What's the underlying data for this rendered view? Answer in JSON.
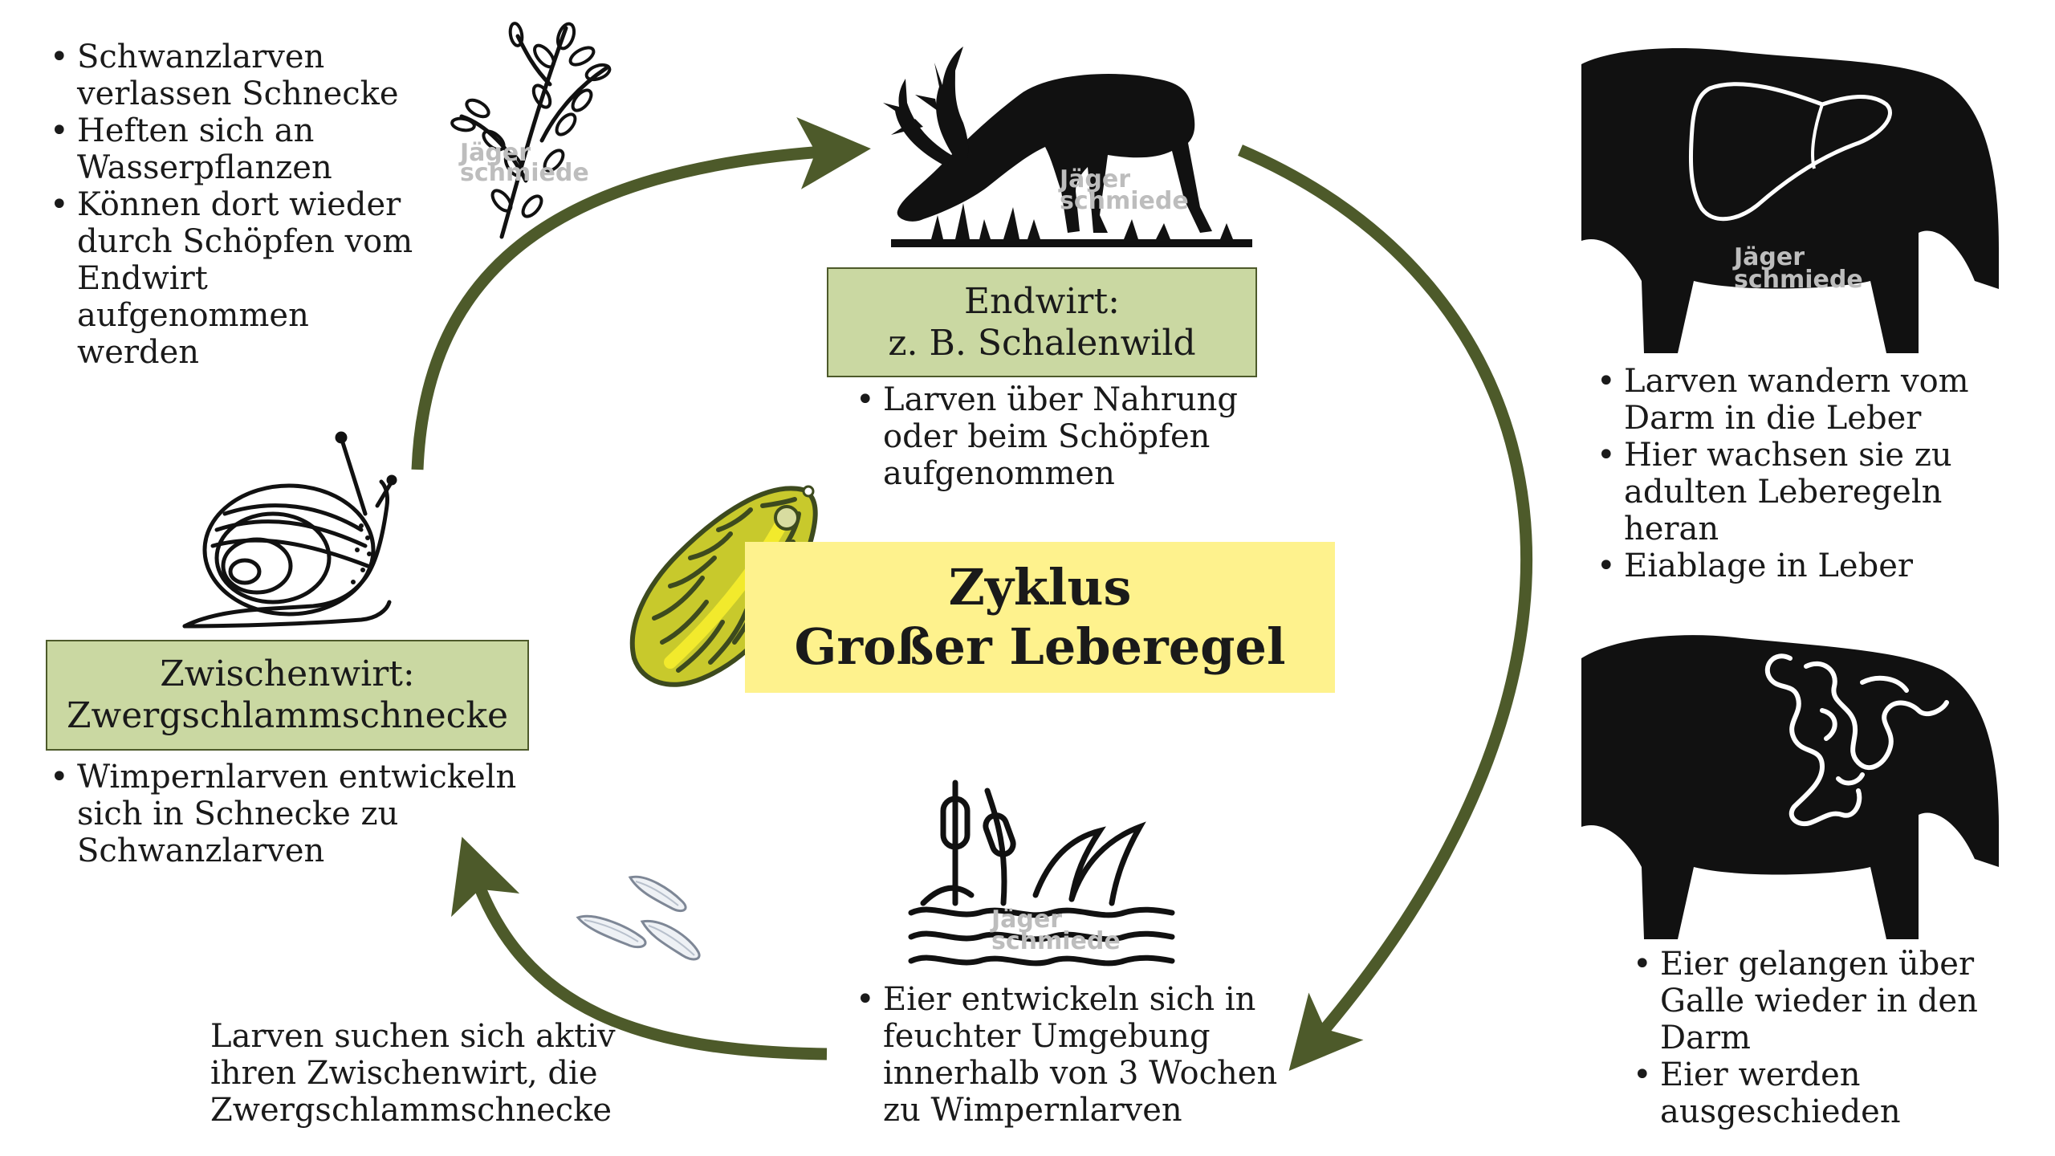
{
  "title": {
    "line1": "Zyklus",
    "line2": "Großer Leberegel"
  },
  "endwirt": {
    "box_line1": "Endwirt:",
    "box_line2": "z. B. Schalenwild",
    "bullets": [
      "Larven über Nahrung oder beim Schöpfen aufgenommen"
    ]
  },
  "zwischenwirt": {
    "box_line1": "Zwischenwirt:",
    "box_line2": "Zwergschlammschnecke",
    "bullets": [
      "Wimpernlarven entwickeln sich in Schnecke zu Schwanzlarven"
    ]
  },
  "top_left": {
    "bullets": [
      "Schwanzlarven verlassen Schnecke",
      "Heften sich an Wasserpflanzen",
      "Können dort wieder durch Schöpfen vom Endwirt aufgenommen werden"
    ]
  },
  "right_top": {
    "bullets": [
      "Larven wandern vom Darm in die Leber",
      "Hier wachsen sie zu adulten Leberegeln heran",
      "Eiablage in Leber"
    ]
  },
  "right_bottom": {
    "bullets": [
      "Eier gelangen über Galle wieder in den Darm",
      "Eier werden ausgeschieden"
    ]
  },
  "bottom_center": {
    "bullets": [
      "Eier entwickeln sich in feuchter Umgebung innerhalb von 3 Wochen zu Wimpernlarven"
    ]
  },
  "bottom_left": {
    "text": "Larven suchen sich aktiv ihren Zwischenwirt, die Zwergschlammschnecke"
  },
  "watermark": {
    "line1": "Jäger",
    "line2": "schmiede"
  },
  "icons": [
    "deer-grazing-icon",
    "water-plant-icon",
    "snail-icon",
    "liver-fluke-icon",
    "deer-body-liver-icon",
    "deer-body-intestine-icon",
    "reed-water-icon",
    "larvae-icon"
  ],
  "colors": {
    "arrow": "#4d5a2a",
    "box_fill": "#cad8a2",
    "title_fill": "#fef28d",
    "fluke": "#c8c92c"
  }
}
